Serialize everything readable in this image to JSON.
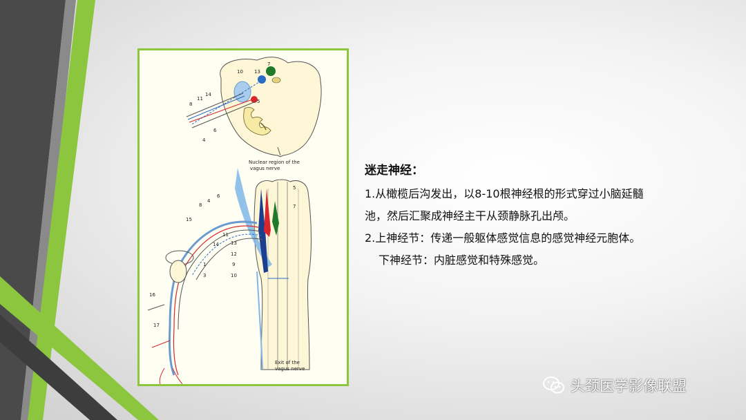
{
  "slide": {
    "heading": "迷走神经：",
    "paragraphs": [
      "1.从橄榄后沟发出，以8-10根神经根的形式穿过小脑延髓",
      "池，然后汇聚成神经主干从颈静脉孔出颅。",
      "2.上神经节：传递一般躯体感觉信息的感觉神经元胞体。",
      "下神经节：内脏感觉和特殊感觉。"
    ]
  },
  "figure": {
    "caption_top": [
      "Nuclear region of the",
      "vagus nerve"
    ],
    "caption_bottom": [
      "Exit of the",
      "vagus nerve"
    ],
    "top_labels": [
      "10",
      "13",
      "7",
      "5",
      "8",
      "11",
      "14",
      "6",
      "4"
    ],
    "bottom_labels": [
      "5",
      "7",
      "8",
      "4",
      "6",
      "15",
      "14",
      "13",
      "12",
      "9",
      "10",
      "11",
      "1",
      "3",
      "16",
      "17"
    ]
  },
  "watermark": {
    "text": "头颈医学影像联盟",
    "icon": "wechat-icon"
  },
  "colors": {
    "accent_green": "#8cc63f",
    "dark_gray": "#555555",
    "nucleus_blue": "#2b6cc4",
    "nucleus_green": "#1f7a2a",
    "nucleus_red": "#d8262c"
  }
}
